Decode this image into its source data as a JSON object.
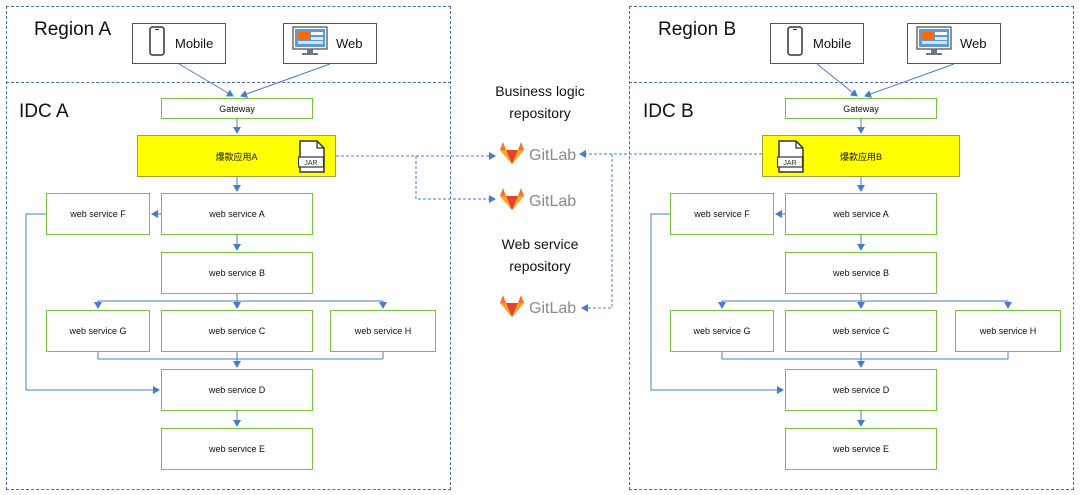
{
  "regionA": {
    "region_title": "Region A",
    "idc_title": "IDC A",
    "devices": [
      {
        "label": "Mobile",
        "icon": "phone-icon"
      },
      {
        "label": "Web",
        "icon": "monitor-icon"
      }
    ],
    "gateway": "Gateway",
    "app": "爆款应用A",
    "jar": "JAR",
    "services": {
      "f": "web service F",
      "a": "web service A",
      "b": "web service B",
      "g": "web service G",
      "c": "web service C",
      "h": "web service H",
      "d": "web service D",
      "e": "web service E"
    }
  },
  "regionB": {
    "region_title": "Region B",
    "idc_title": "IDC B",
    "devices": [
      {
        "label": "Mobile",
        "icon": "phone-icon"
      },
      {
        "label": "Web",
        "icon": "monitor-icon"
      }
    ],
    "gateway": "Gateway",
    "app": "爆款应用B",
    "jar": "JAR",
    "services": {
      "f": "web service F",
      "a": "web service A",
      "b": "web service B",
      "g": "web service G",
      "c": "web service C",
      "h": "web service H",
      "d": "web service D",
      "e": "web service E"
    }
  },
  "repos": {
    "business_title_line1": "Business logic",
    "business_title_line2": "repository",
    "webservice_title_line1": "Web service",
    "webservice_title_line2": "repository",
    "gitlab_label": "GitLab"
  },
  "colors": {
    "region_border": "#4a6fa5",
    "node_border": "#7ac143",
    "app_fill": "#ffff00",
    "arrow": "#4a7bc8",
    "gitlab_orange": "#e24329",
    "gitlab_text": "#8a8a8a"
  }
}
